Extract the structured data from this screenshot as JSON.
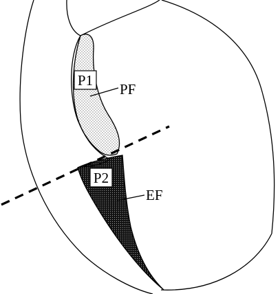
{
  "labels": {
    "p1": "P1",
    "p2": "P2",
    "pf": "PF",
    "ef": "EF"
  },
  "colors": {
    "stroke": "#000000",
    "background": "#ffffff",
    "light_stipple": "#9a9a9a",
    "dark_stipple": "#1a1a1a"
  }
}
